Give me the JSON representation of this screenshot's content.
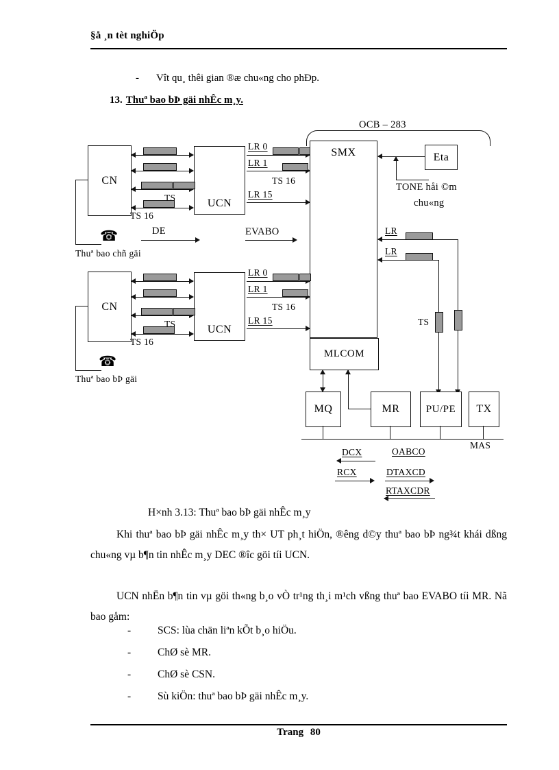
{
  "header": {
    "title": "§å ¸n tèt nghiÖp"
  },
  "intro_bullet": {
    "dash": "-",
    "text": "Vît  qu¸ thêi gian ®æ chu«ng cho phÐp."
  },
  "section": {
    "number": "13.",
    "title": "Thuª bao bÞ gäi nhÊc m¸y."
  },
  "figure": {
    "caption": "H×nh 3.13: Thuª bao bÞ gäi nhÊc m¸y",
    "system_label": "OCB – 283",
    "boxes": [
      {
        "name": "cn-top",
        "label": "CN"
      },
      {
        "name": "ucn-top",
        "label": "UCN"
      },
      {
        "name": "cn-bottom",
        "label": "CN"
      },
      {
        "name": "ucn-bottom",
        "label": "UCN"
      },
      {
        "name": "smx",
        "label": "SMX"
      },
      {
        "name": "mlcom",
        "label": "MLCOM"
      },
      {
        "name": "eta",
        "label": "Eta"
      },
      {
        "name": "mq",
        "label": "MQ"
      },
      {
        "name": "mr",
        "label": "MR"
      },
      {
        "name": "pupe",
        "label": "PU/PE"
      },
      {
        "name": "tx",
        "label": "TX"
      }
    ],
    "labels": {
      "ts": "TS",
      "ts16": "TS  16",
      "lr0": "LR 0",
      "lr1": "LR 1",
      "lr15": "LR 15",
      "lr": "LR",
      "de": "DE",
      "evabo": "EVABO",
      "tone_line1": "TONE håi ©m",
      "tone_line2": "chu«ng",
      "subscriber_calling": "Thuª bao chñ gäi",
      "subscriber_called": "Thuª bao bÞ gäi",
      "mas": "MAS",
      "dcx": "DCX",
      "rcx": "RCX",
      "oabco": "OABCO",
      "dtaxcd": "DTAXCD",
      "rtaxcdr": "RTAXCDR"
    }
  },
  "paragraphs": [
    "Khi thuª bao bÞ gäi nhÊc m¸y th× UT ph¸t hiÖn, ®êng  d©y thuª bao bÞ ng¾t khái dßng chu«ng vµ b¶n tin nhÊc m¸y DEC ®îc  göi tíi UCN.",
    "UCN nhËn b¶n tin vµ göi th«ng b¸o vÒ tr¹ng th¸i m¹ch vßng thuª bao EVABO tíi MR. Nã bao gåm:"
  ],
  "list": [
    {
      "dash": "-",
      "text": "SCS: lùa chän liªn kÕt b¸o hiÖu."
    },
    {
      "dash": "-",
      "text": "ChØ sè MR."
    },
    {
      "dash": "-",
      "text": "ChØ sè CSN."
    },
    {
      "dash": "-",
      "text": "Sù kiÖn: thuª bao bÞ gäi nhÊc m¸y."
    }
  ],
  "footer": {
    "label": "Trang",
    "page": "80"
  },
  "colors": {
    "ink": "#000000",
    "bar_fill": "#9a9a9a",
    "rule": "#000000"
  }
}
